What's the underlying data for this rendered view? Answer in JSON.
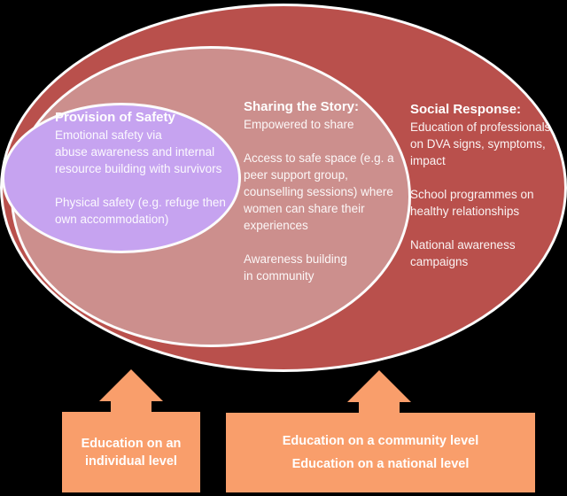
{
  "background": "#000000",
  "stroke": "#FCFCFC",
  "rings": {
    "outer": {
      "title": "Social Response:",
      "fill": "#B9504C",
      "lines": [
        "Education of professionals",
        "on DVA signs, symptoms,",
        "impact",
        "",
        "School programmes on",
        "healthy relationships",
        "",
        "National awareness",
        "campaigns"
      ]
    },
    "middle": {
      "title": "Sharing the Story:",
      "fill": "#CC8F8D",
      "lines": [
        "Empowered to share",
        "",
        "Access to safe space (e.g. a",
        "peer support group,",
        "counselling sessions) where",
        "women can share their",
        "experiences",
        "",
        "Awareness building",
        "in community"
      ]
    },
    "inner": {
      "title": "Provision of Safety",
      "fill": "#C6A3F0",
      "lines": [
        "Emotional safety via",
        "abuse awareness and internal",
        "resource building with survivors",
        "",
        "Physical safety (e.g. refuge then",
        "own accommodation)"
      ]
    }
  },
  "arrows": {
    "fill": "#F99E6B"
  },
  "boxes": {
    "individual": {
      "fill": "#F99E6B",
      "lines": [
        "Education on an",
        "individual level"
      ]
    },
    "community_national": {
      "fill": "#F99E6B",
      "lines": [
        "Education on a community level",
        "Education on a national level"
      ]
    }
  }
}
